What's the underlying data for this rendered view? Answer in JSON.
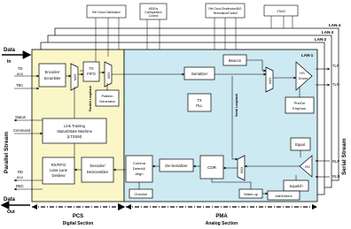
{
  "top_boxes": [
    "Ref Clock Distribution",
    "MDIOs Configuration Control",
    "Ref Clock Distribution/BIG Termination/Control",
    "JTAG"
  ],
  "lanes": [
    "LAN-4",
    "LAN-3",
    "LAN-2",
    "LAN-1"
  ],
  "left": {
    "data_in": "Data",
    "in": "In",
    "td": "TD",
    "td_width": "8/10",
    "tbc": "TBC",
    "status": "Status",
    "command": "Command",
    "rd": "RD",
    "rd_width": "8/10",
    "rbc": "RBC",
    "data_out": "Data",
    "out": "Out",
    "parallel_stream": "Parallel Stream"
  },
  "right": {
    "tlp": "TLP",
    "tln": "TLN",
    "rlp": "RLP",
    "rln": "RLN",
    "serial_stream": "Serial Stream"
  },
  "blocks": {
    "encoder": "Encoder/ Scrambler",
    "mux": "MUX",
    "tx_fifo": "TX FIFO",
    "pattern_gen": "Pattern Generator",
    "parallel_loopback": "Parallel Loopback",
    "serializer": "Serializer",
    "tx_pll": "TX PLL",
    "serial_loopback": "Serial Loopback",
    "beacon": "Beacon",
    "hs_driver": "HS Driver",
    "pre_de_emph": "Pre/De Emphas.",
    "equal": "Equal.",
    "rx": "RX",
    "squelch": "Squelch",
    "link_training": "Link Training Status/State Machine (LTSSM)",
    "rx_fifo": "RX/FIFO Lane-Lane Deskew",
    "decoder": "Decoder/ DeScrambler",
    "comma": "Comma Detect& Align",
    "checker": "Checker",
    "deserializer": "De-Serializer",
    "cdr": "CDR",
    "wakeup": "Wake-up",
    "idle_detect": "Idle/Detect"
  },
  "footer": {
    "pcs": "PCS",
    "pcs_sub": "Digital Section",
    "pma": "PMA",
    "pma_sub": "Analog Section"
  },
  "colors": {
    "pcs_bg": "#fbf6c8",
    "pma_bg": "#cde9f2"
  }
}
